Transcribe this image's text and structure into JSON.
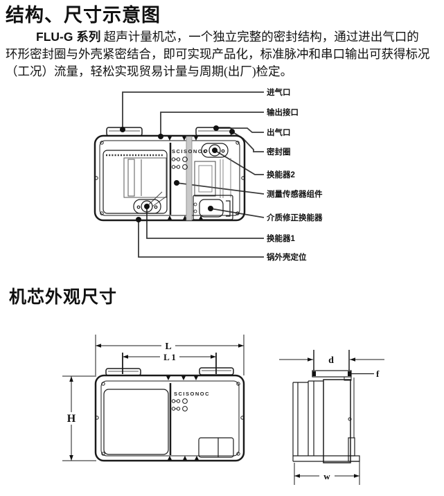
{
  "page": {
    "title": "结构、尺寸示意图",
    "section2_title": "机芯外观尺寸"
  },
  "intro": {
    "lead": "FLU-G 系列",
    "line1_rest": " 超声计量机芯，一个独立完整的密封结构，通过进出气口的",
    "line2": "环形密封圈与外壳紧密结合，即可实现产品化，标准脉冲和串口输出可获得标况",
    "line3": "（工况）流量，轻松实现贸易计量与周期(出厂)检定。"
  },
  "structure_diagram": {
    "brand": "SCISONOC",
    "labels": [
      "进气口",
      "输出接口",
      "出气口",
      "密封圈",
      "换能器2",
      "测量传感器组件",
      "介质修正换能器",
      "换能器1",
      "锅外壳定位"
    ]
  },
  "dimension_diagram": {
    "brand": "SCISONOC",
    "dims": {
      "L": "L",
      "L1": "L 1",
      "H": "H",
      "d": "d",
      "f": "f",
      "w": "w"
    }
  },
  "colors": {
    "ink": "#1a1a1a",
    "leader": "#3b3b3b",
    "band": "#c9c9c9"
  }
}
